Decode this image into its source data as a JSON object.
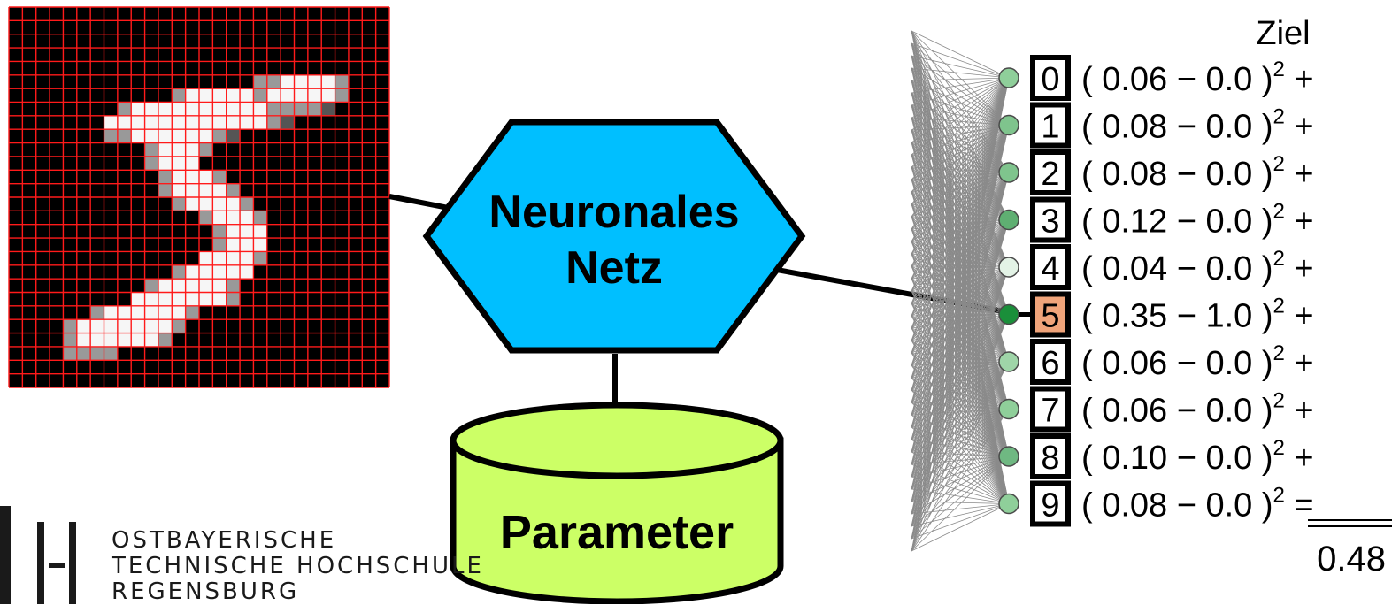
{
  "mnist_digit": {
    "pixels": [
      "............................",
      "............................",
      "............................",
      "............................",
      "............................",
      "..................2233332...",
      "............2333332333332...",
      "........2333333333322221....",
      ".......33333333333321.......",
      ".......2233333321...........",
      "..........23332.............",
      "..........2333..............",
      "...........23332............",
      "...........233332...........",
      "............233332..........",
      "..............23332.........",
      "...............2333.........",
      "...............2333.........",
      "..............33332.........",
      "............233333..........",
      "..........2333332...........",
      ".........33333332...........",
      "......23333332..............",
      "....233333332...............",
      "....23333332................",
      "....2222....................",
      "............................",
      "............................"
    ]
  },
  "network": {
    "title": "Neuronales\nNetz",
    "title_line1": "Neuronales",
    "title_line2": "Netz",
    "fill": "#00bfff"
  },
  "parameters": {
    "label": "Parameter",
    "fill": "#ccff66"
  },
  "outputs": {
    "header": "Ziel",
    "rows": [
      {
        "digit": "0",
        "output": "0.06",
        "target": "0.0",
        "operator": "+",
        "node_color": "#8fcf9a",
        "target_highlight": false
      },
      {
        "digit": "1",
        "output": "0.08",
        "target": "0.0",
        "operator": "+",
        "node_color": "#7fc48d",
        "target_highlight": false
      },
      {
        "digit": "2",
        "output": "0.08",
        "target": "0.0",
        "operator": "+",
        "node_color": "#7fc48d",
        "target_highlight": false
      },
      {
        "digit": "3",
        "output": "0.12",
        "target": "0.0",
        "operator": "+",
        "node_color": "#5faf72",
        "target_highlight": false
      },
      {
        "digit": "4",
        "output": "0.04",
        "target": "0.0",
        "operator": "+",
        "node_color": "#e3f3e6",
        "target_highlight": false
      },
      {
        "digit": "5",
        "output": "0.35",
        "target": "1.0",
        "operator": "+",
        "node_color": "#1a8f3a",
        "target_highlight": true
      },
      {
        "digit": "6",
        "output": "0.06",
        "target": "0.0",
        "operator": "+",
        "node_color": "#9fd5a8",
        "target_highlight": false
      },
      {
        "digit": "7",
        "output": "0.06",
        "target": "0.0",
        "operator": "+",
        "node_color": "#8fcf9a",
        "target_highlight": false
      },
      {
        "digit": "8",
        "output": "0.10",
        "target": "0.0",
        "operator": "+",
        "node_color": "#6fb882",
        "target_highlight": false
      },
      {
        "digit": "9",
        "output": "0.08",
        "target": "0.0",
        "operator": "=",
        "node_color": "#8fcf9a",
        "target_highlight": false
      }
    ],
    "highlight_color": "#f0a47a",
    "result": "0.48"
  },
  "logo": {
    "line1": "OSTBAYERISCHE",
    "line2": "TECHNISCHE HOCHSCHULE",
    "line3": "REGENSBURG"
  }
}
